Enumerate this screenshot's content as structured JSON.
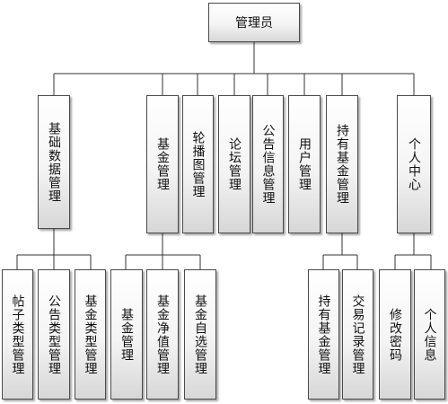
{
  "diagram": {
    "root": {
      "label": "管理员"
    },
    "level1": [
      {
        "label": "基础数据管理"
      },
      {
        "label": "基金管理"
      },
      {
        "label": "轮播图管理"
      },
      {
        "label": "论坛管理"
      },
      {
        "label": "公告信息管理"
      },
      {
        "label": "用户管理"
      },
      {
        "label": "持有基金管理"
      },
      {
        "label": "个人中心"
      }
    ],
    "level2": {
      "basic_data": [
        {
          "label": "帖子类型管理"
        },
        {
          "label": "公告类型管理"
        },
        {
          "label": "基金类型管理"
        }
      ],
      "fund": [
        {
          "label": "基金管理"
        },
        {
          "label": "基金净值管理"
        },
        {
          "label": "基金自选管理"
        }
      ],
      "holding": [
        {
          "label": "持有基金管理"
        },
        {
          "label": "交易记录管理"
        }
      ],
      "personal": [
        {
          "label": "修改密码"
        },
        {
          "label": "个人信息"
        }
      ]
    }
  }
}
